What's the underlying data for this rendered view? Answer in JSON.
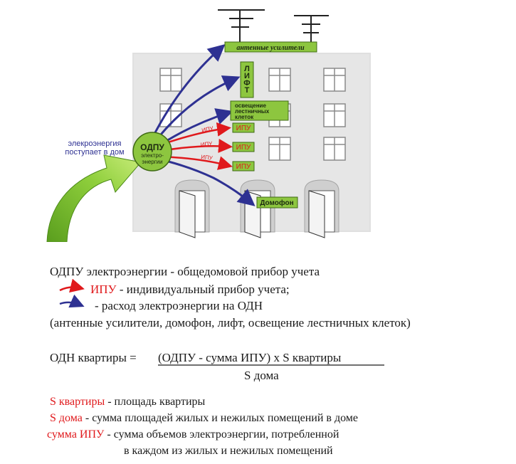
{
  "diagram": {
    "incoming_label_line1": "элекроэнергия",
    "incoming_label_line2": "поступает в дом",
    "meter_label_line1": "ОДПУ",
    "meter_label_line2": "электро-",
    "meter_label_line3": "энергии",
    "antenna_label": "антенные усилители",
    "lift_label": "ЛИФТ",
    "lighting_line1": "освещение",
    "lighting_line2": "лестничных",
    "lighting_line3": "клеток",
    "ipu_box_label": "ИПУ",
    "ipu_arrow_label": "ИПУ",
    "intercom_label": "Домофон"
  },
  "legend": {
    "line1": "ОДПУ электроэнергии - общедомовой прибор учета",
    "ipu_term": "ИПУ",
    "ipu_desc": " - индивидуальный прибор учета;",
    "odn_desc": "- расход электроэнергии на ОДН",
    "odn_list": "(антенные усилители, домофон, лифт, освещение лестничных клеток)"
  },
  "formula": {
    "lhs": "ОДН квартиры = ",
    "numerator": "(ОДПУ - сумма ИПУ) х  S квартиры",
    "denominator": "S дома"
  },
  "definitions": {
    "s_apt_term": "S квартиры",
    "s_apt_desc": " - площадь квартиры",
    "s_house_term": "S дома",
    "s_house_desc": " - сумма площадей жилых и нежилых помещений в доме",
    "sum_ipu_term": "сумма ИПУ",
    "sum_ipu_desc": " - сумма объемов электроэнергии, потребленной",
    "sum_ipu_desc2": "в каждом из жилых и нежилых помещений"
  },
  "colors": {
    "green_box": "#8dc63f",
    "red_arrow": "#e0191c",
    "blue_arrow": "#2e3192",
    "building": "#e6e6e6"
  }
}
